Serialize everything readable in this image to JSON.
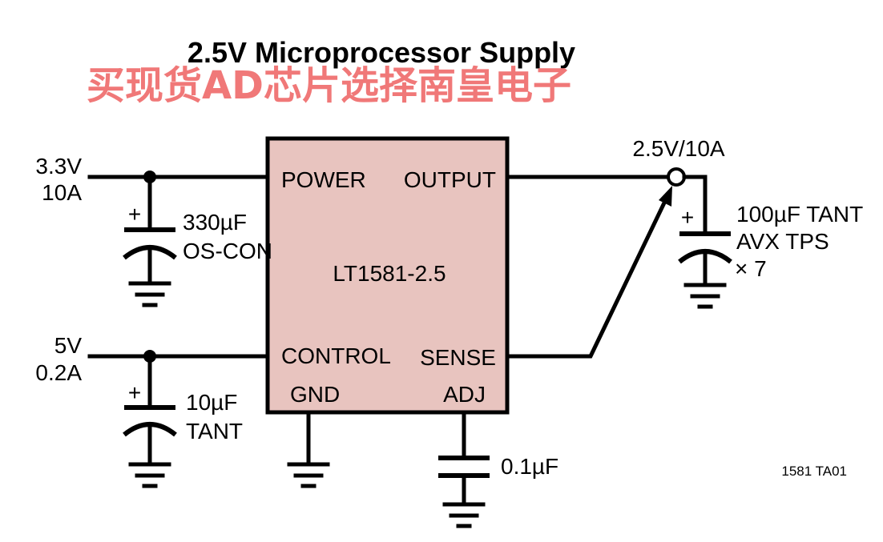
{
  "title": "2.5V Microprocessor Supply",
  "watermark": "买现货AD芯片选择南皇电子",
  "ic": {
    "name": "LT1581-2.5",
    "fill_color": "#e8c4bf",
    "pins": {
      "power": "POWER",
      "output": "OUTPUT",
      "control": "CONTROL",
      "sense": "SENSE",
      "gnd": "GND",
      "adj": "ADJ"
    }
  },
  "inputs": {
    "power_voltage": "3.3V",
    "power_current": "10A",
    "control_voltage": "5V",
    "control_current": "0.2A"
  },
  "output_label": "2.5V/10A",
  "capacitors": {
    "c1_value": "330µF",
    "c1_type": "OS-CON",
    "c2_value": "10µF",
    "c2_type": "TANT",
    "c3_value": "100µF TANT",
    "c3_type": "AVX TPS",
    "c3_qty": "× 7",
    "c4_value": "0.1µF",
    "polarity": "+"
  },
  "figure_id": "1581 TA01"
}
